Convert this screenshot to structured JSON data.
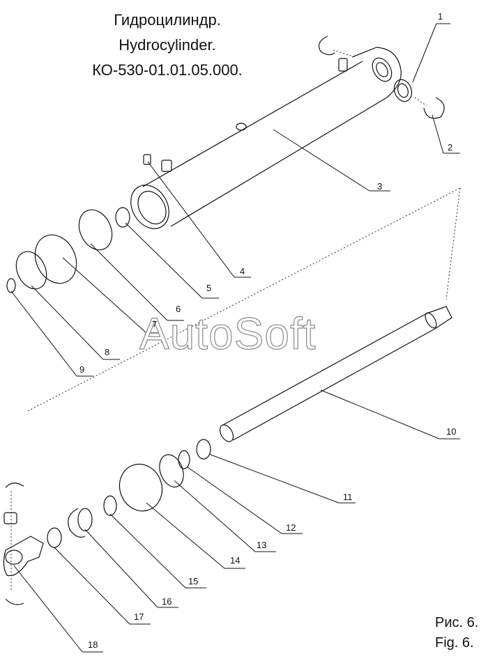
{
  "title": {
    "line1": "Гидроцилиндр.",
    "line2": "Hydrocylinder.",
    "line3": "КО-530-01.01.05.000."
  },
  "figure": {
    "ru": "Рис. 6.",
    "en": "Fig. 6."
  },
  "watermark": "AutoSoft",
  "callouts": [
    "1",
    "2",
    "3",
    "4",
    "5",
    "6",
    "7",
    "8",
    "9",
    "10",
    "11",
    "12",
    "13",
    "14",
    "15",
    "16",
    "17",
    "18"
  ]
}
